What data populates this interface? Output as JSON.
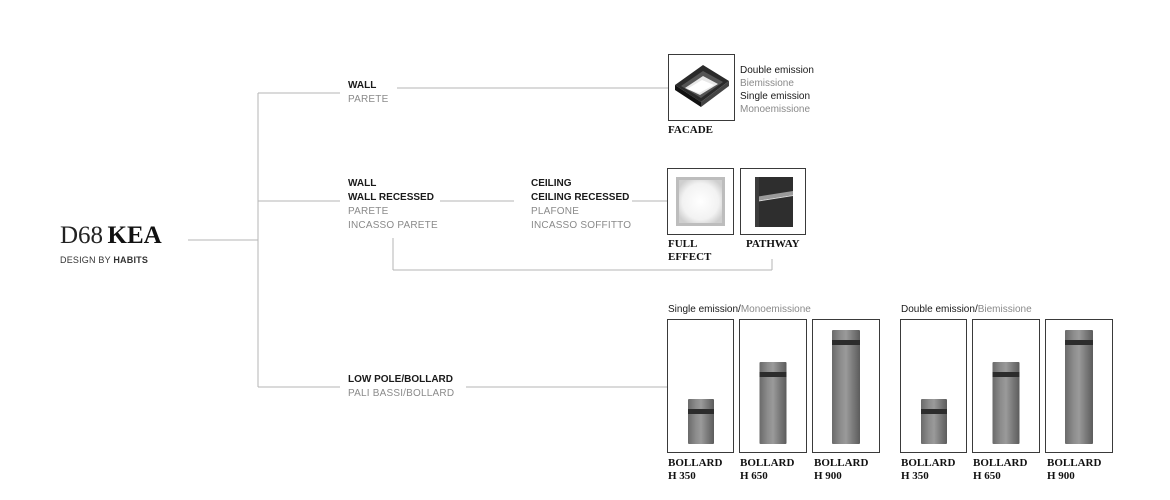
{
  "brand": {
    "code": "D68",
    "name": "KEA",
    "design_prefix": "DESIGN BY",
    "designer": "HABITS"
  },
  "branches": {
    "wall": {
      "en": "WALL",
      "it": "PARETE"
    },
    "wall_recessed": {
      "en1": "WALL",
      "en2": "WALL RECESSED",
      "it1": "PARETE",
      "it2": "INCASSO PARETE"
    },
    "ceiling": {
      "en1": "CEILING",
      "en2": "CEILING RECESSED",
      "it1": "PLAFONE",
      "it2": "INCASSO SOFFITTO"
    },
    "low_pole": {
      "en": "LOW POLE/BOLLARD",
      "it": "PALI BASSI/BOLLARD"
    }
  },
  "facade": {
    "caption": "FACADE",
    "emissions": [
      {
        "en": "Double emission",
        "it": "Biemissione"
      },
      {
        "en": "Single emission",
        "it": "Monoemissione"
      }
    ]
  },
  "full_effect": {
    "caption_line1": "FULL",
    "caption_line2": "EFFECT"
  },
  "pathway": {
    "caption": "PATHWAY"
  },
  "groups": {
    "single": {
      "en": "Single emission",
      "sep": "/",
      "it": "Monoemissione"
    },
    "double": {
      "en": "Double emission",
      "sep": "/",
      "it": "Biemissione"
    }
  },
  "bollards": [
    {
      "label": "BOLLARD",
      "height": "H 350",
      "emission": "single"
    },
    {
      "label": "BOLLARD",
      "height": "H 650",
      "emission": "single"
    },
    {
      "label": "BOLLARD",
      "height": "H 900",
      "emission": "single"
    },
    {
      "label": "BOLLARD",
      "height": "H 350",
      "emission": "double"
    },
    {
      "label": "BOLLARD",
      "height": "H 650",
      "emission": "double"
    },
    {
      "label": "BOLLARD",
      "height": "H 900",
      "emission": "double"
    }
  ],
  "colors": {
    "line": "#b5b5b5",
    "box_border": "#3a3a3a",
    "italian_text": "#8a8a8a",
    "bollard_steel": "#8c8c8c"
  }
}
